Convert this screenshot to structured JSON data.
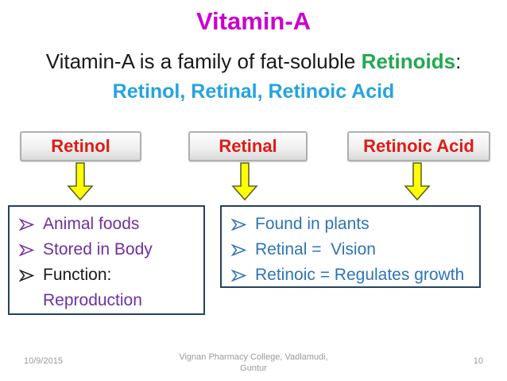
{
  "slide": {
    "title": "Vitamin-A",
    "subtitle": {
      "prefix": "Vitamin-A is a family of fat-soluble ",
      "highlight": "Retinoids",
      "suffix": ":"
    },
    "subtitle2": "Retinol, Retinal, Retinoic Acid",
    "boxes": [
      {
        "label": "Retinol"
      },
      {
        "label": "Retinal"
      },
      {
        "label": "Retinoic Acid"
      }
    ],
    "left_list": {
      "items": [
        {
          "text": "Animal foods"
        },
        {
          "text": "Stored in Body"
        },
        {
          "text": "Function:"
        },
        {
          "text": "Reproduction"
        }
      ]
    },
    "right_list": {
      "items": [
        {
          "text": "Found in plants"
        },
        {
          "text": "Retinal =  Vision"
        },
        {
          "text": "Retinoic = Regulates growth"
        }
      ]
    },
    "footer": {
      "date": "10/9/2015",
      "center_line1": "Vignan Pharmacy College, Vadlamudi,",
      "center_line2": "Guntur",
      "page": "10"
    },
    "colors": {
      "title": "#CC00CC",
      "highlight_green": "#21A850",
      "subtitle2_cyan": "#25A4DE",
      "box_label_red": "#E01B16",
      "arrow_yellow": "#FFFF00",
      "arrow_outline": "#5E652C",
      "left_list_purple": "#7030A0",
      "right_list_blue": "#2E74B5",
      "content_border": "#24425F",
      "footer_gray": "#9A9A9A"
    }
  }
}
